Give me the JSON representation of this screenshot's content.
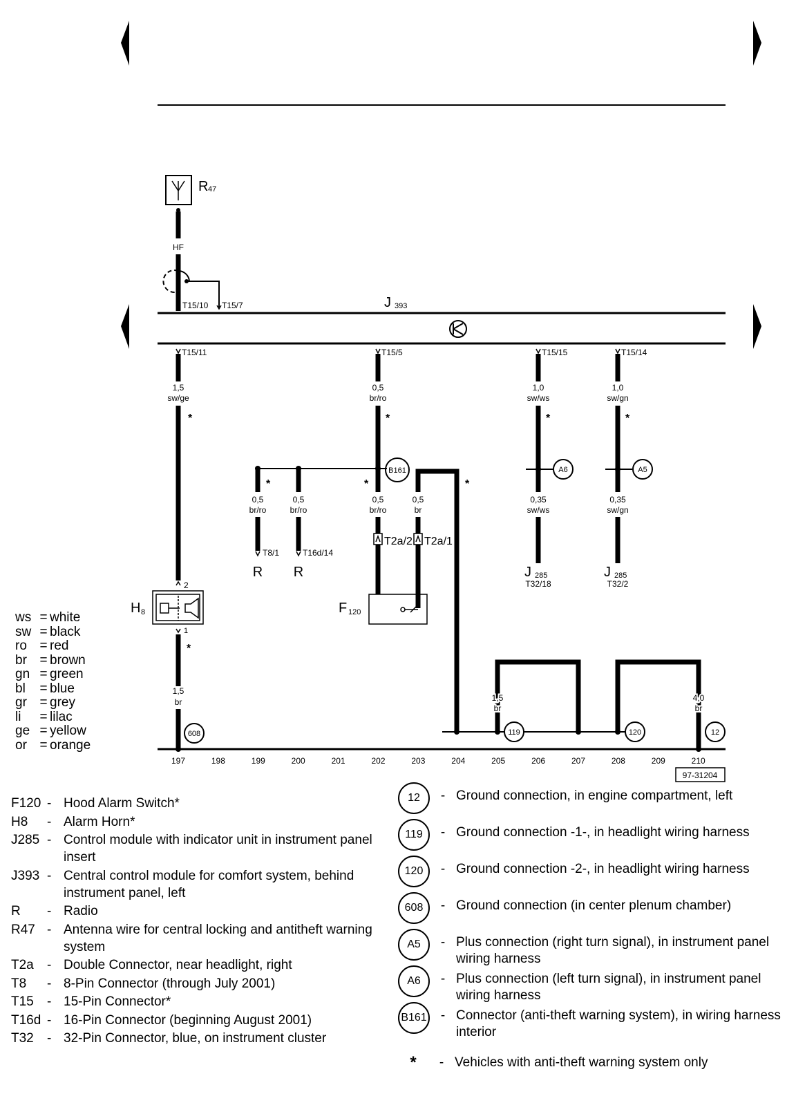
{
  "nav": {
    "prev_icon": "triangle-left-icon",
    "next_icon": "triangle-right-icon"
  },
  "diagram": {
    "antenna": {
      "label": "R",
      "sub": "47",
      "wire": "HF"
    },
    "module": {
      "label": "J",
      "sub": "393",
      "symbol": "transistor-icon"
    },
    "top_pins": [
      "T15/10",
      "T15/7"
    ],
    "bottom_pins": [
      "T15/11",
      "T15/5",
      "T15/15",
      "T15/14"
    ],
    "wires": {
      "w197_top": {
        "size": "1,5",
        "color": "sw/ge"
      },
      "w202_top": {
        "size": "0,5",
        "color": "br/ro"
      },
      "w206_top": {
        "size": "1,0",
        "color": "sw/ws"
      },
      "w208_top": {
        "size": "1,0",
        "color": "sw/gn"
      },
      "w199": {
        "size": "0,5",
        "color": "br/ro"
      },
      "w200": {
        "size": "0,5",
        "color": "br/ro"
      },
      "w202_bot": {
        "size": "0,5",
        "color": "br/ro"
      },
      "w203": {
        "size": "0,5",
        "color": "br"
      },
      "w206_bot": {
        "size": "0,35",
        "color": "sw/ws"
      },
      "w208_bot": {
        "size": "0,35",
        "color": "sw/gn"
      },
      "w197_bot": {
        "size": "1,5",
        "color": "br"
      },
      "w205": {
        "size": "1,5",
        "color": "br"
      },
      "w210": {
        "size": "4,0",
        "color": "br"
      }
    },
    "asterisk": "*",
    "connectors": {
      "b161": "B161",
      "a6": "A6",
      "a5": "A5"
    },
    "radio_pins": [
      "T8/1",
      "T16d/14"
    ],
    "radio_label": "R",
    "t2a_pins": [
      "T2a/2",
      "T2a/1"
    ],
    "j285": {
      "label": "J",
      "sub": "285",
      "pins": [
        "T32/18",
        "T32/2"
      ]
    },
    "horn": {
      "label": "H",
      "sub": "8",
      "pin_top": "2",
      "pin_bot": "1"
    },
    "switch": {
      "label": "F",
      "sub": "120"
    },
    "grounds": [
      "608",
      "119",
      "120",
      "12"
    ],
    "tracks": [
      "197",
      "198",
      "199",
      "200",
      "201",
      "202",
      "203",
      "204",
      "205",
      "206",
      "207",
      "208",
      "209",
      "210"
    ],
    "doc_number": "97-31204"
  },
  "color_legend": [
    {
      "code": "ws",
      "name": "white"
    },
    {
      "code": "sw",
      "name": "black"
    },
    {
      "code": "ro",
      "name": "red"
    },
    {
      "code": "br",
      "name": "brown"
    },
    {
      "code": "gn",
      "name": "green"
    },
    {
      "code": "bl",
      "name": "blue"
    },
    {
      "code": "gr",
      "name": "grey"
    },
    {
      "code": "li",
      "name": "lilac"
    },
    {
      "code": "ge",
      "name": "yellow"
    },
    {
      "code": "or",
      "name": "orange"
    }
  ],
  "components": [
    {
      "code": "F120",
      "text": "Hood Alarm Switch*"
    },
    {
      "code": "H8",
      "text": "Alarm Horn*"
    },
    {
      "code": "J285",
      "text": "Control module with indicator unit in instrument panel insert"
    },
    {
      "code": "J393",
      "text": "Central control module for comfort system, behind instrument panel, left"
    },
    {
      "code": "R",
      "text": "Radio"
    },
    {
      "code": "R47",
      "text": "Antenna wire for central locking and antitheft warning system"
    },
    {
      "code": "T2a",
      "text": "Double Connector, near headlight, right"
    },
    {
      "code": "T8",
      "text": "8-Pin Connector (through July 2001)"
    },
    {
      "code": "T15",
      "text": "15-Pin Connector*"
    },
    {
      "code": "T16d",
      "text": "16-Pin Connector (beginning August 2001)"
    },
    {
      "code": "T32",
      "text": "32-Pin Connector, blue, on instrument cluster"
    }
  ],
  "ground_legend": [
    {
      "id": "12",
      "text": "Ground connection, in engine compartment, left"
    },
    {
      "id": "119",
      "text": "Ground connection -1-, in headlight wiring harness"
    },
    {
      "id": "120",
      "text": "Ground connection -2-, in headlight wiring harness"
    },
    {
      "id": "608",
      "text": "Ground connection (in center plenum chamber)"
    },
    {
      "id": "A5",
      "text": "Plus connection (right turn signal), in instrument panel wiring harness"
    },
    {
      "id": "A6",
      "text": "Plus connection (left turn signal), in instrument panel wiring harness"
    },
    {
      "id": "B161",
      "text": "Connector (anti-theft warning system), in wiring harness interior"
    }
  ],
  "footnote": {
    "symbol": "*",
    "dash": "-",
    "text": "Vehicles with anti-theft warning system only"
  }
}
